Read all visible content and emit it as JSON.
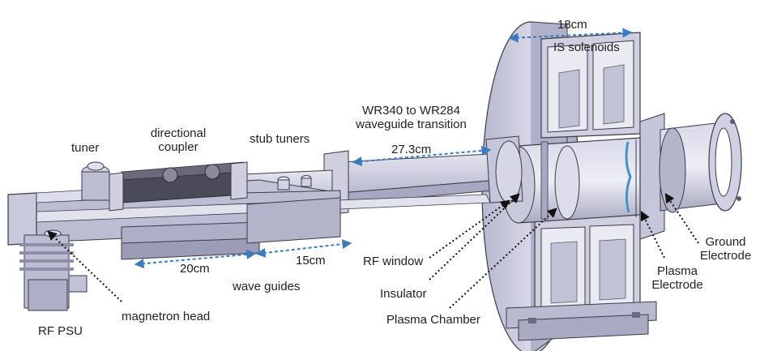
{
  "labels": {
    "dim_18cm": "18cm",
    "is_solenoids": "IS solenoids",
    "wr_transition": [
      "WR340 to WR284",
      "waveguide transition"
    ],
    "dim_27_3cm": "27.3cm",
    "tuner": "tuner",
    "directional_coupler": [
      "directional",
      "coupler"
    ],
    "stub_tuners": "stub tuners",
    "dim_20cm": "20cm",
    "dim_15cm": "15cm",
    "wave_guides": "wave guides",
    "rf_window": "RF window",
    "insulator": "Insulator",
    "plasma_chamber": "Plasma Chamber",
    "plasma_electrode": [
      "Plasma",
      "Electrode"
    ],
    "ground_electrode": [
      "Ground",
      "Electrode"
    ],
    "magnetron_head": "magnetron head",
    "rf_psu": "RF PSU"
  },
  "colors": {
    "metal": "#c9c9dc",
    "metal_dark": "#9a9ab5",
    "metal_light": "#e4e4ef",
    "edge": "#3a3a4a",
    "dimension_arrow": "#3a7bbf",
    "electrode_blue": "#4a90c8"
  }
}
